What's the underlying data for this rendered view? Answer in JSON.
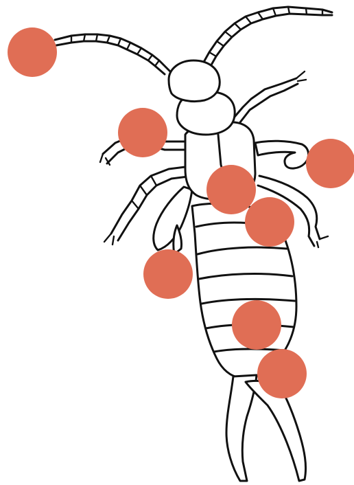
{
  "figure": {
    "subject": "earwig-illustration",
    "outline_color": "#111111",
    "background_color": "#ffffff"
  },
  "markers": {
    "color": "#e06e55",
    "items": [
      {
        "id": "antenna"
      },
      {
        "id": "front-left-leg"
      },
      {
        "id": "front-right-leg"
      },
      {
        "id": "thorax"
      },
      {
        "id": "middle-right-leg"
      },
      {
        "id": "left-wing"
      },
      {
        "id": "abdomen"
      },
      {
        "id": "abdomen-tip"
      }
    ]
  }
}
